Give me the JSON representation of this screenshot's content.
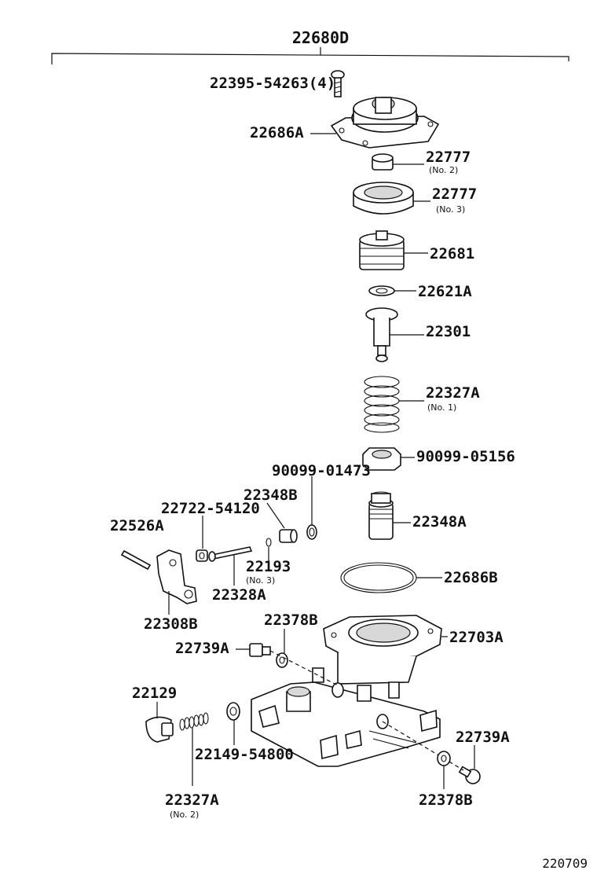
{
  "diagram": {
    "assembly_number": "22680D",
    "figure_ref": "220709",
    "parts": [
      {
        "id": "p01",
        "number": "22395-54263(4)",
        "note": ""
      },
      {
        "id": "p02",
        "number": "22686A",
        "note": ""
      },
      {
        "id": "p03",
        "number": "22777",
        "note": "(No. 2)"
      },
      {
        "id": "p04",
        "number": "22777",
        "note": "(No. 3)"
      },
      {
        "id": "p05",
        "number": "22681",
        "note": ""
      },
      {
        "id": "p06",
        "number": "22621A",
        "note": ""
      },
      {
        "id": "p07",
        "number": "22301",
        "note": ""
      },
      {
        "id": "p08",
        "number": "22327A",
        "note": "(No. 1)"
      },
      {
        "id": "p09",
        "number": "90099-05156",
        "note": ""
      },
      {
        "id": "p10",
        "number": "90099-01473",
        "note": ""
      },
      {
        "id": "p11",
        "number": "22348B",
        "note": ""
      },
      {
        "id": "p12",
        "number": "22722-54120",
        "note": ""
      },
      {
        "id": "p13",
        "number": "22526A",
        "note": ""
      },
      {
        "id": "p14",
        "number": "22348A",
        "note": ""
      },
      {
        "id": "p15",
        "number": "22193",
        "note": "(No. 3)"
      },
      {
        "id": "p16",
        "number": "22328A",
        "note": ""
      },
      {
        "id": "p17",
        "number": "22686B",
        "note": ""
      },
      {
        "id": "p18",
        "number": "22308B",
        "note": ""
      },
      {
        "id": "p19",
        "number": "22378B",
        "note": ""
      },
      {
        "id": "p20",
        "number": "22703A",
        "note": ""
      },
      {
        "id": "p21",
        "number": "22739A",
        "note": ""
      },
      {
        "id": "p22",
        "number": "22129",
        "note": ""
      },
      {
        "id": "p23",
        "number": "22149-54800",
        "note": ""
      },
      {
        "id": "p24",
        "number": "22739A",
        "note": ""
      },
      {
        "id": "p25",
        "number": "22327A",
        "note": "(No. 2)"
      },
      {
        "id": "p26",
        "number": "22378B",
        "note": ""
      }
    ]
  }
}
